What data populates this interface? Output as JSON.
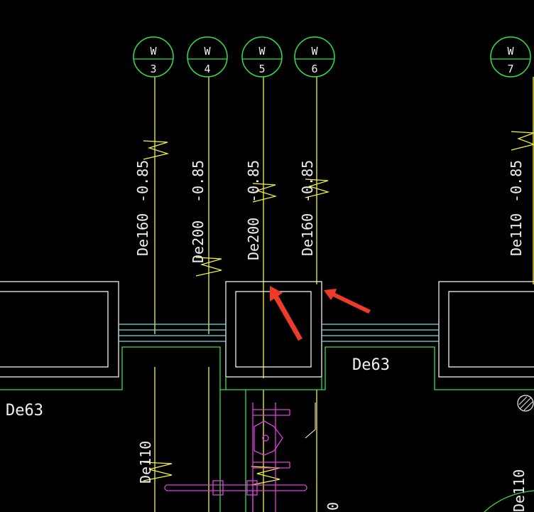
{
  "colors": {
    "background": "#000000",
    "yellow": "#f5f53a",
    "green": "#33e04a",
    "white": "#f0f0f0",
    "cyan": "#66e0e8",
    "magenta": "#e040e0",
    "red": "#ee3a2a"
  },
  "pipe_markers": [
    {
      "letter": "W",
      "number": "3",
      "diameter": "De160",
      "elevation": "-0.85"
    },
    {
      "letter": "W",
      "number": "4",
      "diameter": "De200",
      "elevation": "-0.85"
    },
    {
      "letter": "W",
      "number": "5",
      "diameter": "De200",
      "elevation": "-0.85"
    },
    {
      "letter": "W",
      "number": "6",
      "diameter": "De160",
      "elevation": "-0.85"
    },
    {
      "letter": "W",
      "number": "7",
      "diameter": "De110",
      "elevation": "-0.85"
    }
  ],
  "labels": {
    "de63_right": "De63",
    "de63_left": "De63",
    "de110_lower_left": "De110",
    "de110_lower_right": "De110",
    "zero_mark": "0"
  }
}
